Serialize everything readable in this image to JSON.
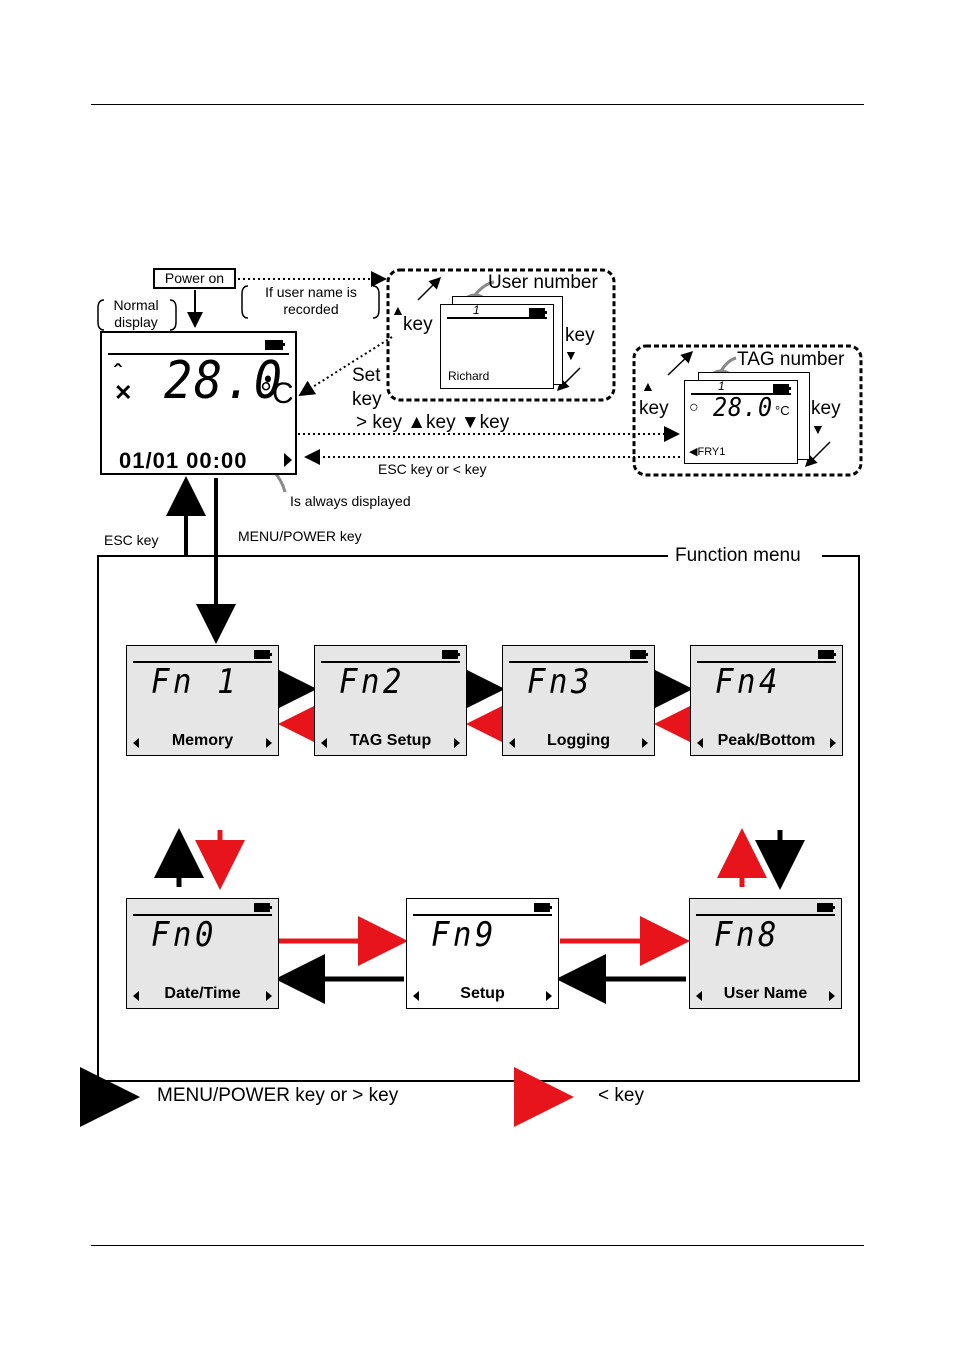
{
  "labels": {
    "power_on": "Power on",
    "normal_display": "Normal display",
    "if_user_name": "If user name is recorded",
    "user_number": "User number",
    "tag_number": "TAG number",
    "key": "key",
    "set_key": "Set key",
    "keys_row": "> key  ▲key  ▼key",
    "esc_or_less": "ESC key or < key",
    "always_displayed": "Is always displayed",
    "esc_key": "ESC key",
    "menu_power_key": "MENU/POWER key",
    "function_menu": "Function menu",
    "user_num_value": "1",
    "user_name_value": "Richard",
    "tag_num_value": "1",
    "tag_name_value": "FRY1",
    "tag_temp": "28.0",
    "tag_unit": "°C"
  },
  "main_display": {
    "temperature": "28.0",
    "unit": "°C",
    "datetime": "01/01 00:00"
  },
  "menu_items": [
    {
      "code": "Fn 1",
      "label": "Memory"
    },
    {
      "code": "Fn2",
      "label": "TAG Setup"
    },
    {
      "code": "Fn3",
      "label": "Logging"
    },
    {
      "code": "Fn4",
      "label": "Peak/Bottom"
    },
    {
      "code": "Fn0",
      "label": "Date/Time"
    },
    {
      "code": "Fn9",
      "label": "Setup"
    },
    {
      "code": "Fn8",
      "label": "User Name"
    }
  ],
  "legend": {
    "black_label": "MENU/POWER key or > key",
    "red_label": "< key"
  },
  "colors": {
    "red": "#e8141b",
    "black": "#000000",
    "lcd_bg": "#e6e6e6"
  }
}
